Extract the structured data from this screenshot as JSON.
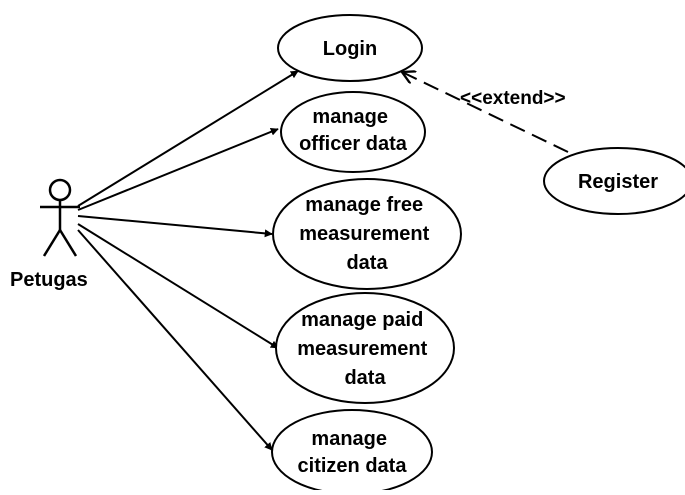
{
  "actor": {
    "name": "Petugas",
    "icon": "stick-figure-icon"
  },
  "usecases": {
    "login": {
      "lines": [
        "Login"
      ]
    },
    "officer": {
      "lines": [
        "manage",
        "officer data"
      ]
    },
    "free": {
      "lines": [
        "manage free",
        "measurement",
        "data"
      ]
    },
    "paid": {
      "lines": [
        "manage paid",
        "measurement",
        "data"
      ]
    },
    "citizen": {
      "lines": [
        "manage",
        "citizen data"
      ]
    },
    "register": {
      "lines": [
        "Register"
      ]
    }
  },
  "extend_label": "<<extend>>",
  "colors": {
    "stroke": "#000000",
    "fill": "#ffffff",
    "background": "#ffffff"
  }
}
